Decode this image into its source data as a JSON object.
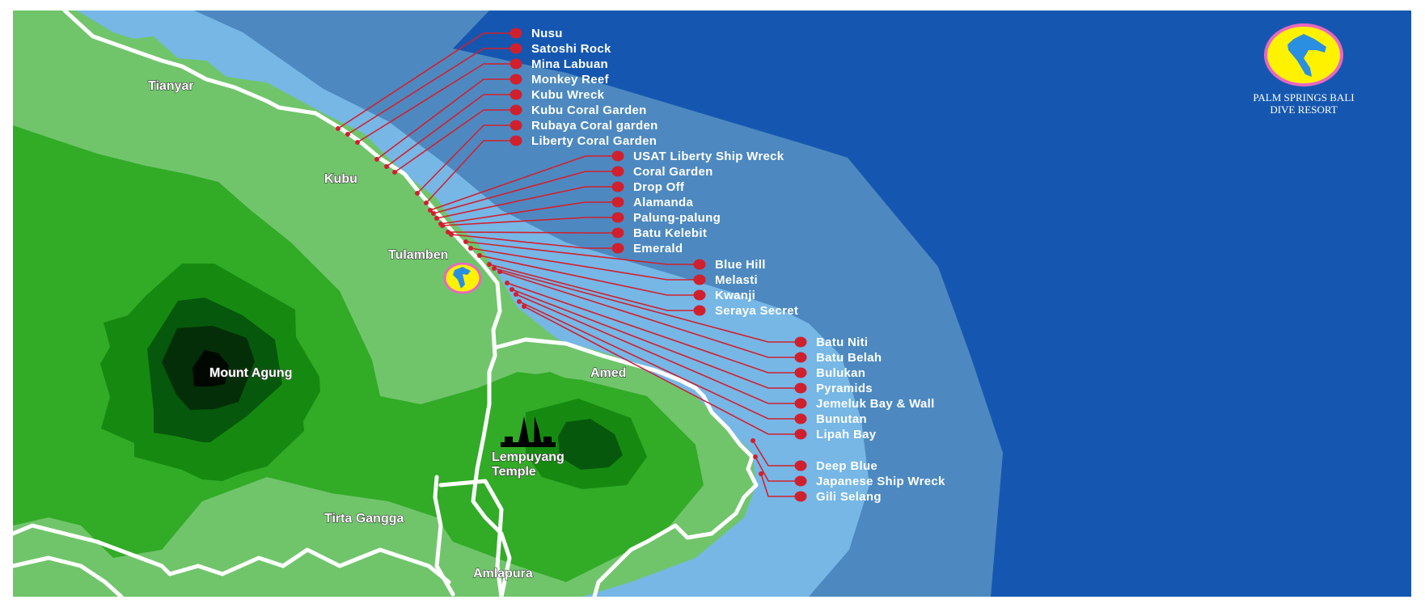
{
  "map": {
    "title": "Dive sites map – Tulamben / Amed, East Bali",
    "colors": {
      "deep_ocean": "#1557b0",
      "mid_ocean": "#4d89c0",
      "shallow_ocean": "#76b7e6",
      "lowland": "#70c56b",
      "hill": "#32ab27",
      "slope": "#168a10",
      "highland": "#06580c",
      "summit": "#032e07",
      "crater": "#010801",
      "road": "#ffffff",
      "marker": "#d0202e",
      "logo_fill": "#fff200",
      "logo_ring": "#e868c0",
      "logo_bird": "#2a8fe0"
    },
    "places": [
      {
        "name": "Tianyar",
        "type": "village"
      },
      {
        "name": "Kubu",
        "type": "village"
      },
      {
        "name": "Tulamben",
        "type": "village"
      },
      {
        "name": "Mount Agung",
        "type": "mountain"
      },
      {
        "name": "Amed",
        "type": "village"
      },
      {
        "name": "Lempuyang",
        "type": "temple"
      },
      {
        "name": "Temple",
        "type": "temple"
      },
      {
        "name": "Tirta Gangga",
        "type": "village"
      },
      {
        "name": "Amlapura",
        "type": "town"
      }
    ],
    "dive_sites": [
      {
        "name": "Nusu",
        "group": 1
      },
      {
        "name": "Satoshi Rock",
        "group": 1
      },
      {
        "name": "Mina Labuan",
        "group": 1
      },
      {
        "name": "Monkey Reef",
        "group": 1
      },
      {
        "name": "Kubu Wreck",
        "group": 1
      },
      {
        "name": "Kubu Coral Garden",
        "group": 1
      },
      {
        "name": "Rubaya Coral garden",
        "group": 1
      },
      {
        "name": "Liberty Coral Garden",
        "group": 1
      },
      {
        "name": "USAT Liberty Ship Wreck",
        "group": 2
      },
      {
        "name": "Coral Garden",
        "group": 2
      },
      {
        "name": "Drop Off",
        "group": 2
      },
      {
        "name": "Alamanda",
        "group": 2
      },
      {
        "name": "Palung-palung",
        "group": 2
      },
      {
        "name": "Batu Kelebit",
        "group": 2
      },
      {
        "name": "Emerald",
        "group": 2
      },
      {
        "name": "Blue Hill",
        "group": 3
      },
      {
        "name": "Melasti",
        "group": 3
      },
      {
        "name": "Kwanji",
        "group": 3
      },
      {
        "name": "Seraya Secret",
        "group": 3
      },
      {
        "name": "Batu Niti",
        "group": 4
      },
      {
        "name": "Batu Belah",
        "group": 4
      },
      {
        "name": "Bulukan",
        "group": 4
      },
      {
        "name": "Pyramids",
        "group": 4
      },
      {
        "name": "Jemeluk Bay & Wall",
        "group": 4
      },
      {
        "name": "Bunutan",
        "group": 4
      },
      {
        "name": "Lipah Bay",
        "group": 4
      },
      {
        "name": "Deep Blue",
        "group": 5
      },
      {
        "name": "Japanese Ship Wreck",
        "group": 5
      },
      {
        "name": "Gili Selang",
        "group": 5
      }
    ],
    "resort": {
      "line1": "PALM SPRINGS BALI",
      "line2": "DIVE RESORT",
      "logo_icon": "bali-island-bird-logo"
    }
  }
}
